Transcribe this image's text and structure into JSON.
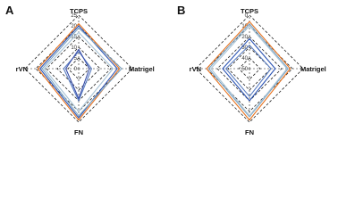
{
  "axes": [
    "TCPS",
    "Matrigel",
    "FN",
    "rVN"
  ],
  "chart_data": [
    {
      "type": "radar",
      "panel": "A",
      "axes": [
        "TCPS",
        "Matrigel",
        "FN",
        "rVN"
      ],
      "rmax": 25,
      "rings": [
        5,
        10,
        15,
        20,
        25
      ],
      "tick_labels": [
        "0",
        "5",
        "10",
        "15",
        "20",
        "25"
      ],
      "series": [
        {
          "color": "#e8731f",
          "values": [
            21,
            19,
            24,
            19
          ]
        },
        {
          "color": "#2d55b4",
          "values": [
            20,
            18,
            23,
            18
          ]
        },
        {
          "color": "#7fa6c4",
          "values": [
            19,
            20,
            22,
            17
          ]
        },
        {
          "color": "#a9c4d6",
          "values": [
            17,
            16,
            20,
            16
          ]
        },
        {
          "color": "#5b7ec2",
          "values": [
            8,
            6,
            15,
            7
          ]
        },
        {
          "color": "#3a4faa",
          "values": [
            9,
            5,
            14,
            6
          ]
        }
      ]
    },
    {
      "type": "radar",
      "panel": "B",
      "axes": [
        "TCPS",
        "Matrigel",
        "FN",
        "rVN"
      ],
      "rmax": 50,
      "rings": [
        10,
        20,
        30,
        40,
        50
      ],
      "tick_labels": [
        "50",
        "40",
        "30",
        "20",
        "10",
        "0"
      ],
      "series": [
        {
          "color": "#e8731f",
          "values": [
            44,
            38,
            48,
            40
          ]
        },
        {
          "color": "#7fa6c4",
          "values": [
            42,
            36,
            45,
            38
          ]
        },
        {
          "color": "#a9c4d6",
          "values": [
            40,
            35,
            44,
            36
          ]
        },
        {
          "color": "#2d55b4",
          "values": [
            28,
            24,
            30,
            25
          ]
        },
        {
          "color": "#5b7ec2",
          "values": [
            22,
            20,
            26,
            22
          ]
        }
      ]
    }
  ]
}
